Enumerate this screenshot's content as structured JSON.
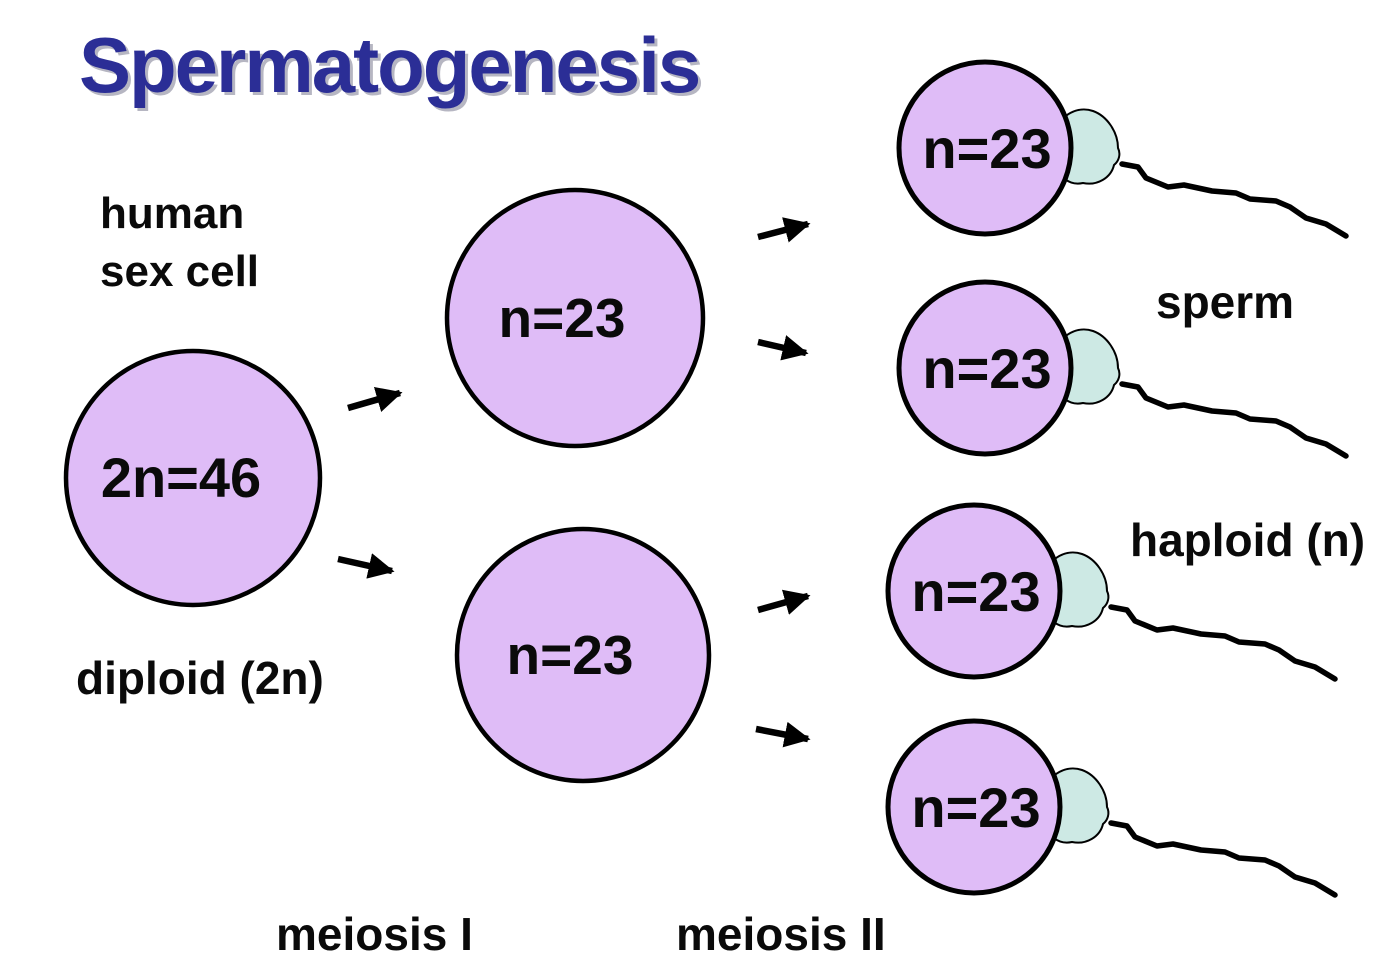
{
  "title": "Spermatogenesis",
  "colors": {
    "title": "#2B2E96",
    "title_shadow": "#b6b6c2",
    "cell_fill": "#DFBCF7",
    "cell_outline": "#000000",
    "midpiece_fill": "#CDE9E4",
    "label_text": "#0a0a0a"
  },
  "labels": {
    "source_cell_line1": "human",
    "source_cell_line2": "sex cell",
    "diploid": "diploid (2n)",
    "sperm": "sperm",
    "haploid": "haploid (n)",
    "meiosis_1": "meiosis I",
    "meiosis_2": "meiosis II"
  },
  "cells": {
    "parent": {
      "label": "2n=46"
    },
    "secondary": [
      {
        "label": "n=23"
      },
      {
        "label": "n=23"
      }
    ],
    "sperm": [
      {
        "label": "n=23"
      },
      {
        "label": "n=23"
      },
      {
        "label": "n=23"
      },
      {
        "label": "n=23"
      }
    ]
  }
}
